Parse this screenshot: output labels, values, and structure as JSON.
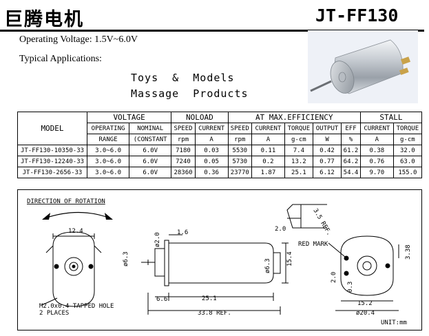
{
  "header": {
    "title_cn": "巨腾电机",
    "model": "JT-FF130"
  },
  "specs": {
    "operating_voltage": "Operating Voltage: 1.5V~6.0V",
    "typical_applications_label": "Typical Applications:",
    "applications": [
      "Toys  &  Models",
      "Massage  Products"
    ]
  },
  "table": {
    "model_header": "MODEL",
    "groups": [
      "VOLTAGE",
      "NOLOAD",
      "AT MAX.EFFICIENCY",
      "STALL"
    ],
    "subheaders": [
      "OPERATING",
      "NOMINAL",
      "SPEED",
      "CURRENT",
      "SPEED",
      "CURRENT",
      "TORQUE",
      "OUTPUT",
      "EFF",
      "CURRENT",
      "TORQUE"
    ],
    "units": [
      "RANGE",
      "(CONSTANT",
      "rpm",
      "A",
      "rpm",
      "A",
      "g-cm",
      "W",
      "%",
      "A",
      "g-cm"
    ],
    "rows": [
      [
        "JT-FF130-10350-33",
        "3.0~6.0",
        "6.0V",
        "7180",
        "0.03",
        "5530",
        "0.11",
        "7.4",
        "0.42",
        "61.2",
        "0.38",
        "32.0"
      ],
      [
        "JT-FF130-12240-33",
        "3.0~6.0",
        "6.0V",
        "7240",
        "0.05",
        "5730",
        "0.2",
        "13.2",
        "0.77",
        "64.2",
        "0.76",
        "63.0"
      ],
      [
        "JT-FF130-2656-33",
        "3.0~6.0",
        "6.0V",
        "28360",
        "0.36",
        "23770",
        "1.87",
        "25.1",
        "6.12",
        "54.4",
        "9.70",
        "155.0"
      ]
    ]
  },
  "drawing": {
    "rotation_label": "DIRECTION OF ROTATION",
    "hole_note_1": "M2.0x0.4 TAPPED HOLE",
    "hole_note_2": "2 PLACES",
    "red_mark": "RED MARK",
    "unit": "UNIT:mm",
    "dims": {
      "d12_4": "12.4",
      "d16": "1.6",
      "dia2": "ø2.0",
      "dia6_3a": "ø6.3",
      "dia6_3b": "ø6.3",
      "d15_4": "15.4",
      "d6_6": "6.6",
      "d25_1": "25.1",
      "d33_8": "33.8 REF.",
      "d2_0": "2.0",
      "d3_5": "3.5 REF.",
      "d3_38": "3.38",
      "d2": "2.0",
      "d0_3": "0.3",
      "d15_2": "15.2",
      "d20_4": "ø20.4"
    }
  }
}
